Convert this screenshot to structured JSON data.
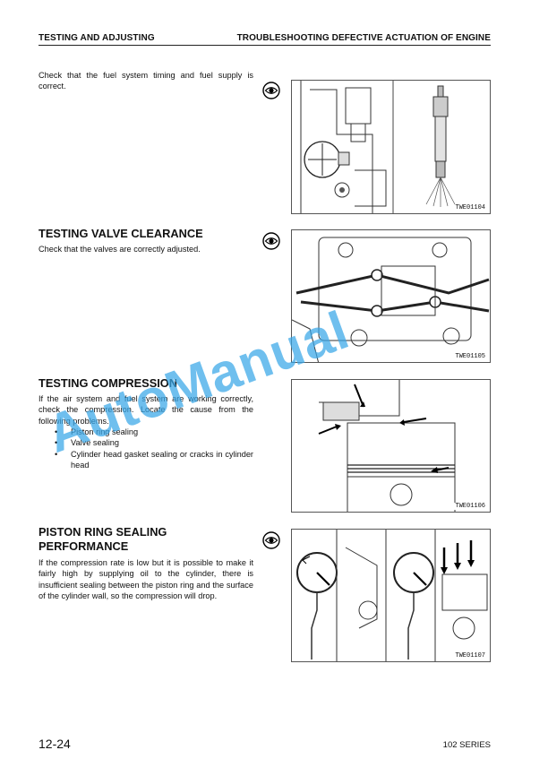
{
  "header": {
    "left": "TESTING AND ADJUSTING",
    "right": "TROUBLESHOOTING DEFECTIVE ACTUATION OF ENGINE"
  },
  "intro": {
    "text": "Check that the fuel system timing and fuel supply is correct."
  },
  "valve": {
    "title": "TESTING VALVE CLEARANCE",
    "text": "Check that the valves are correctly adjusted."
  },
  "compression": {
    "title": "TESTING COMPRESSION",
    "text": "If the air system and fuel system are working correctly, check the compression. Locate the cause from the following problems.",
    "items": [
      "Piston ring sealing",
      "Valve sealing",
      "Cylinder head gasket sealing or cracks in cylinder head"
    ]
  },
  "piston": {
    "title_line1": "PISTON RING SEALING",
    "title_line2": "PERFORMANCE",
    "text": "If the compression rate is low but it is possible to make it fairly high by supplying oil to the cylinder, there is insufficient sealing between the piston ring and the surface of the cylinder wall, so the compression will drop."
  },
  "figures": {
    "fig1_code": "TWE01104",
    "fig2_code": "TWE01105",
    "fig3_code": "TWE01106",
    "fig4_code": "TWE01107"
  },
  "icons": [
    "eye-symbol-icon",
    "eye-symbol-icon",
    "eye-symbol-icon"
  ],
  "watermark": "AutoManual",
  "footer": {
    "page": "12-24",
    "series": "102 SERIES"
  }
}
